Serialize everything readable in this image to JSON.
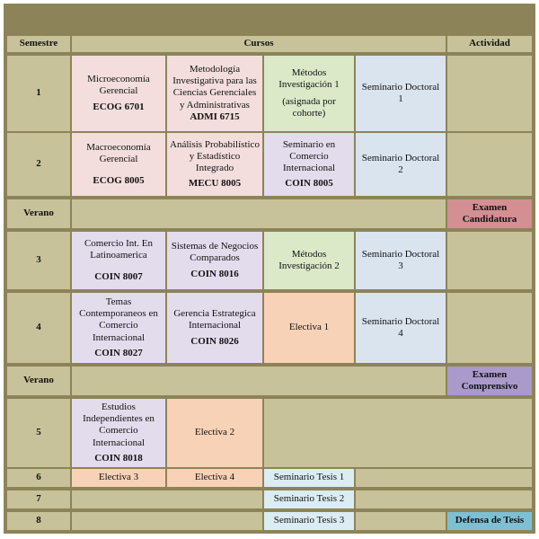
{
  "header": {
    "semestre": "Semestre",
    "cursos": "Cursos",
    "actividad": "Actividad"
  },
  "rows": {
    "s1": {
      "label": "1",
      "c1": {
        "name": "Microeconomía Gerencial",
        "code": "ECOG 6701"
      },
      "c2": {
        "name": "Metodología Investigativa para las Ciencias Gerenciales y Administrativas",
        "code": "ADMI 6715"
      },
      "c3": {
        "name": "Métodos Investigación 1",
        "note": "(asignada por cohorte)"
      },
      "c4": {
        "name": "Seminario Doctoral 1"
      }
    },
    "s2": {
      "label": "2",
      "c1": {
        "name": "Macroeconomía Gerencial",
        "code": "ECOG 8005"
      },
      "c2": {
        "name": "Análisis Probabilístico y Estadístico Integrado",
        "code": "MECU 8005"
      },
      "c3": {
        "name": "Seminario en Comercio Internacional",
        "code": "COIN 8005"
      },
      "c4": {
        "name": "Seminario Doctoral 2"
      }
    },
    "verano1": {
      "label": "Verano",
      "actividad": "Examen Candidatura"
    },
    "s3": {
      "label": "3",
      "c1": {
        "name": "Comercio Int. En Latinoamerica",
        "code": "COIN 8007"
      },
      "c2": {
        "name": "Sistemas de Negocios Comparados",
        "code": "COIN 8016"
      },
      "c3": {
        "name": "Métodos Investigación 2"
      },
      "c4": {
        "name": "Seminario Doctoral 3"
      }
    },
    "s4": {
      "label": "4",
      "c1": {
        "name": "Temas Contemporaneos en Comercio Internacional",
        "code": "COIN 8027"
      },
      "c2": {
        "name": "Gerencia Estrategica Internacional",
        "code": "COIN 8026"
      },
      "c3": {
        "name": "Electiva 1"
      },
      "c4": {
        "name": "Seminario Doctoral 4"
      }
    },
    "verano2": {
      "label": "Verano",
      "actividad": "Examen Comprensivo"
    },
    "s5": {
      "label": "5",
      "c1": {
        "name": "Estudios Independientes en Comercio Internacional",
        "code": "COIN 8018"
      },
      "c2": {
        "name": "Electiva 2"
      }
    },
    "s6": {
      "label": "6",
      "c1": {
        "name": "Electiva 3"
      },
      "c2": {
        "name": "Electiva 4"
      },
      "c3": {
        "name": "Seminario Tesis 1"
      }
    },
    "s7": {
      "label": "7",
      "c3": {
        "name": "Seminario Tesis 2"
      }
    },
    "s8": {
      "label": "8",
      "c3": {
        "name": "Seminario Tesis 3"
      },
      "actividad": "Defensa de Tesis"
    }
  }
}
